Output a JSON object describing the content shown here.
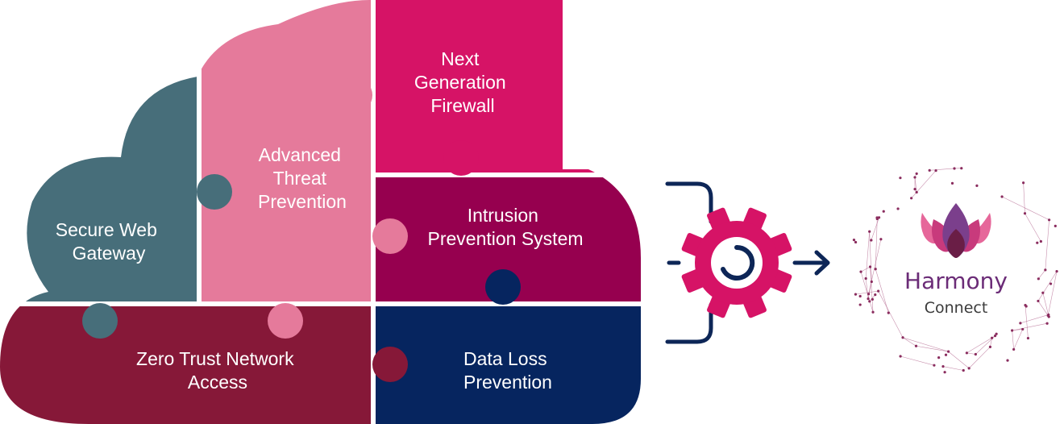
{
  "colors": {
    "swg": "#476e7a",
    "atp": "#e57a9b",
    "ngfw": "#d61366",
    "ips": "#96004f",
    "ztna": "#861838",
    "dlp": "#06255f",
    "gear": "#d61366",
    "navy": "#0d2657",
    "harmony": "#6b2c77",
    "connect": "#3b3b3b",
    "network": "#b0608a"
  },
  "pieces": {
    "secure_web_gateway": [
      "Secure Web",
      "Gateway"
    ],
    "advanced_threat_prevention": [
      "Advanced",
      "Threat",
      "Prevention"
    ],
    "next_generation_firewall": [
      "Next",
      "Generation",
      "Firewall"
    ],
    "intrusion_prevention_system": [
      "Intrusion",
      "Prevention System"
    ],
    "zero_trust_network_access": [
      "Zero Trust Network",
      "Access"
    ],
    "data_loss_prevention": [
      "Data Loss",
      "Prevention"
    ]
  },
  "brand": {
    "name": "Harmony",
    "product": "Connect"
  },
  "icons": {
    "gear": "gear-icon",
    "arrow": "arrow-right-icon",
    "logo": "lotus-logo-icon"
  }
}
